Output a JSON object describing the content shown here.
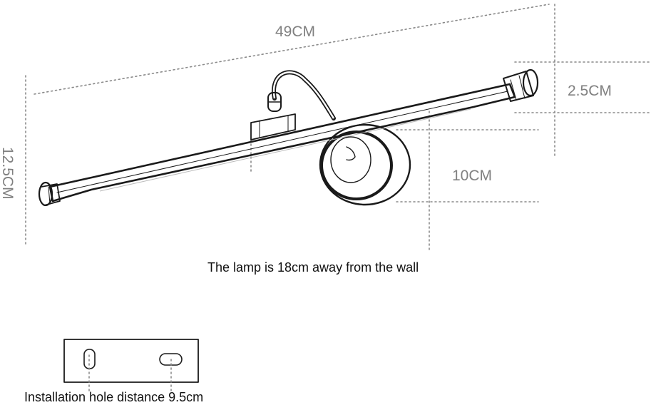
{
  "dimensions": {
    "length": "49CM",
    "bracket_gap": "2.5CM",
    "height": "12.5CM",
    "base_depth": "10CM"
  },
  "captions": {
    "wall_distance": "The lamp is 18cm away from the wall",
    "hole_distance": "Installation hole distance 9.5cm"
  },
  "colors": {
    "ink": "#1a1a1a",
    "dimension_line": "#8a8a8a",
    "dimension_text": "#808080",
    "caption_text": "#111111",
    "background": "#ffffff"
  }
}
